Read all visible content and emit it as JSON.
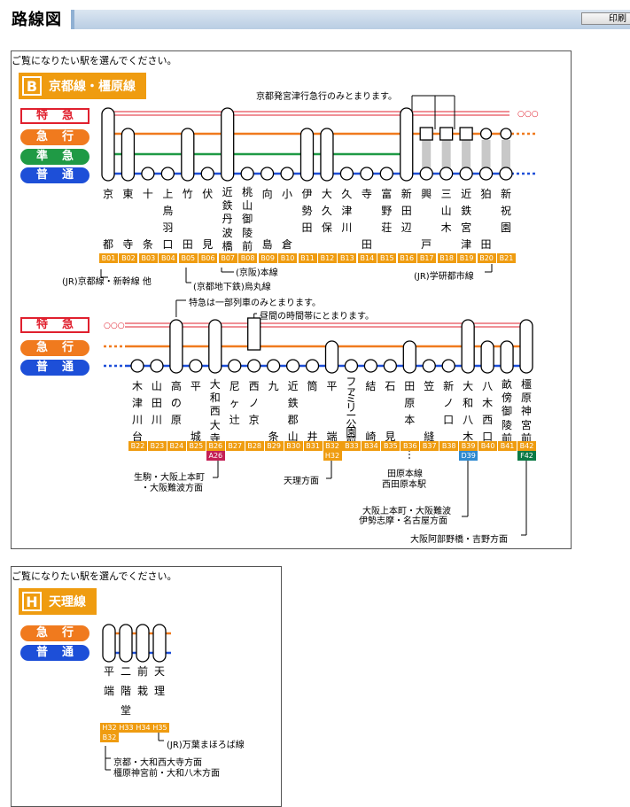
{
  "header": {
    "title": "路線図",
    "print_label": "印刷"
  },
  "colors": {
    "express_red": "#e0202e",
    "express_orange": "#f07a1e",
    "semi_green": "#1f9a45",
    "local_blue": "#1d4fd8",
    "station_code": "#ef9c10"
  },
  "panel1": {
    "intro": "ご覧になりたい駅を選んでください。",
    "badge_icon": "B",
    "line_name": "京都線・橿原線",
    "legend": [
      "特急",
      "急行",
      "準急",
      "普通"
    ],
    "note_top": "京都発宮津行急行のみとまります。",
    "kyoto_stations": [
      {
        "name": "京都",
        "code": "B01"
      },
      {
        "name": "東寺",
        "code": "B02"
      },
      {
        "name": "十条",
        "code": "B03"
      },
      {
        "name": "上鳥羽口",
        "code": "B04"
      },
      {
        "name": "竹田",
        "code": "B05"
      },
      {
        "name": "伏見",
        "code": "B06"
      },
      {
        "name": "近鉄丹波橋",
        "code": "B07"
      },
      {
        "name": "桃山御陵前",
        "code": "B08"
      },
      {
        "name": "向島",
        "code": "B09"
      },
      {
        "name": "小倉",
        "code": "B10"
      },
      {
        "name": "伊勢田",
        "code": "B11"
      },
      {
        "name": "大久保",
        "code": "B12"
      },
      {
        "name": "久津川",
        "code": "B13"
      },
      {
        "name": "寺田",
        "code": "B14"
      },
      {
        "name": "富野荘",
        "code": "B15"
      },
      {
        "name": "新田辺",
        "code": "B16"
      },
      {
        "name": "興戸",
        "code": "B17"
      },
      {
        "name": "三山木",
        "code": "B18"
      },
      {
        "name": "近鉄宮津",
        "code": "B19"
      },
      {
        "name": "狛田",
        "code": "B20"
      },
      {
        "name": "新祝園",
        "code": "B21"
      }
    ],
    "kyoto_notes": [
      "(JR)京都線・新幹線 他",
      "(京阪)本線",
      "(京都地下鉄)烏丸線",
      "(JR)学研都市線"
    ],
    "kashihara_notes_top": [
      "特急は一部列車のみとまります。",
      "昼間の時間帯にとまります。"
    ],
    "kashihara_stations": [
      {
        "name": "木津川台",
        "code": "B22"
      },
      {
        "name": "山田川",
        "code": "B23"
      },
      {
        "name": "高の原",
        "code": "B24"
      },
      {
        "name": "平城",
        "code": "B25"
      },
      {
        "name": "大和西大寺",
        "code": "B26",
        "code2": "A26"
      },
      {
        "name": "尼ヶ辻",
        "code": "B27"
      },
      {
        "name": "西ノ京",
        "code": "B28"
      },
      {
        "name": "九条",
        "code": "B29"
      },
      {
        "name": "近鉄郡山",
        "code": "B30"
      },
      {
        "name": "筒井",
        "code": "B31"
      },
      {
        "name": "平端",
        "code": "B32",
        "code2": "H32"
      },
      {
        "name": "ファミリー公園前",
        "code": "B33"
      },
      {
        "name": "結崎",
        "code": "B34"
      },
      {
        "name": "石見",
        "code": "B35"
      },
      {
        "name": "田原本",
        "code": "B36"
      },
      {
        "name": "笠縫",
        "code": "B37"
      },
      {
        "name": "新ノ口",
        "code": "B38"
      },
      {
        "name": "大和八木",
        "code": "B39",
        "code2": "D39"
      },
      {
        "name": "八木西口",
        "code": "B40"
      },
      {
        "name": "畝傍御陵前",
        "code": "B41"
      },
      {
        "name": "橿原神宮前",
        "code": "B42",
        "code2": "F42"
      }
    ],
    "kashihara_notes": [
      "生駒・大阪上本町",
      "・大阪難波方面",
      "天理方面",
      "田原本線",
      "西田原本駅",
      "大阪上本町・大阪難波",
      "伊勢志摩・名古屋方面",
      "大阪阿部野橋・吉野方面"
    ]
  },
  "panel2": {
    "intro": "ご覧になりたい駅を選んでください。",
    "badge_icon": "H",
    "line_name": "天理線",
    "legend": [
      "急行",
      "普通"
    ],
    "stations": [
      {
        "name": "平端",
        "code": "H32",
        "code2": "B32"
      },
      {
        "name": "二階堂",
        "code": "H33"
      },
      {
        "name": "前栽",
        "code": "H34"
      },
      {
        "name": "天理",
        "code": "H35"
      }
    ],
    "notes": [
      "(JR)万葉まほろば線",
      "京都・大和西大寺方面",
      "橿原神宮前・大和八木方面"
    ]
  }
}
